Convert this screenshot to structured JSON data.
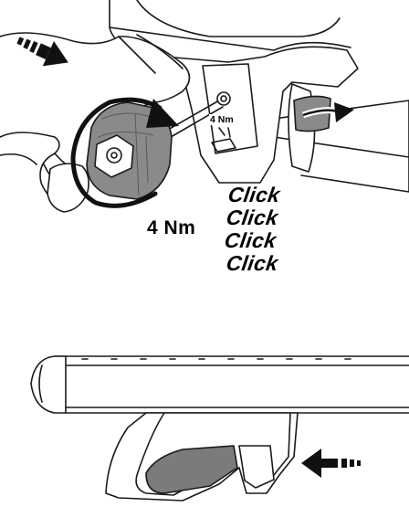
{
  "labels": {
    "torque_main": "4 Nm",
    "torque_knob": "4 Nm"
  },
  "clicks": [
    "Click",
    "Click",
    "Click",
    "Click"
  ],
  "colors": {
    "line": "#1a1a1a",
    "arrow": "#111111",
    "knob_gray": "#8a8a8a",
    "pad_gray": "#7b7b7b",
    "background": "#ffffff"
  },
  "icons": {
    "push_arrow_top": "dashed-push-arrow-icon",
    "push_arrow_bottom": "dashed-push-arrow-icon",
    "rotate_arrow": "clockwise-rotate-arrow-icon",
    "release_arrow": "curved-release-arrow-icon"
  }
}
